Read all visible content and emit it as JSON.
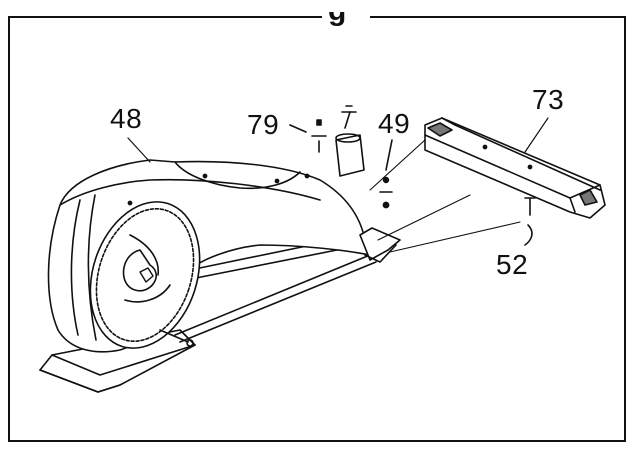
{
  "diagram": {
    "header_fragment": "g",
    "callouts": [
      {
        "id": "48",
        "label": "48"
      },
      {
        "id": "79",
        "label": "79"
      },
      {
        "id": "49",
        "label": "49"
      },
      {
        "id": "73",
        "label": "73"
      },
      {
        "id": "52",
        "label": "52"
      }
    ],
    "colors": {
      "line": "#111111",
      "background": "#ffffff"
    }
  }
}
